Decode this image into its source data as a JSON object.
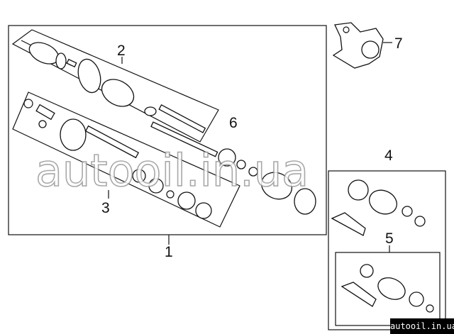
{
  "diagram": {
    "callouts": [
      "1",
      "2",
      "3",
      "4",
      "5",
      "6",
      "7"
    ],
    "watermark": "autooil.in.ua",
    "badge": "autooil.in.ua"
  }
}
